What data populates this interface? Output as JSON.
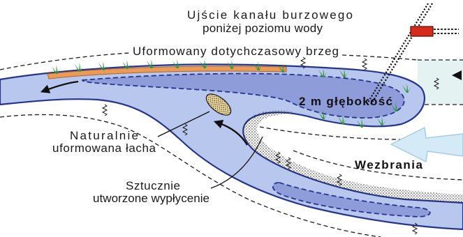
{
  "labels": {
    "storm_outlet_line1": "Ujście kanału burzowego",
    "storm_outlet_line2": "poniżej poziomu wody",
    "former_bank": "Uformowany dotychczasowy brzeg",
    "depth": "2 m głębokość",
    "natural_bar_line1": "Naturalnie",
    "natural_bar_line2": "uformowana łacha",
    "artificial_shoal_line1": "Sztucznie",
    "artificial_shoal_line2": "utworzone wypłycenie",
    "floods": "Wezbrania"
  },
  "colors": {
    "water": "#b8c7ee",
    "water_outline": "#25358c",
    "deep_zone": "#8e9dda",
    "bank": "#e99b57",
    "bank_outline": "#b1642a",
    "grass": "#2f9a3a",
    "outlet": "#d42b1c",
    "sand": "#efd89c",
    "flood_arrow": "#d4ebf7",
    "inflow_zone": "#e4f3f2"
  }
}
